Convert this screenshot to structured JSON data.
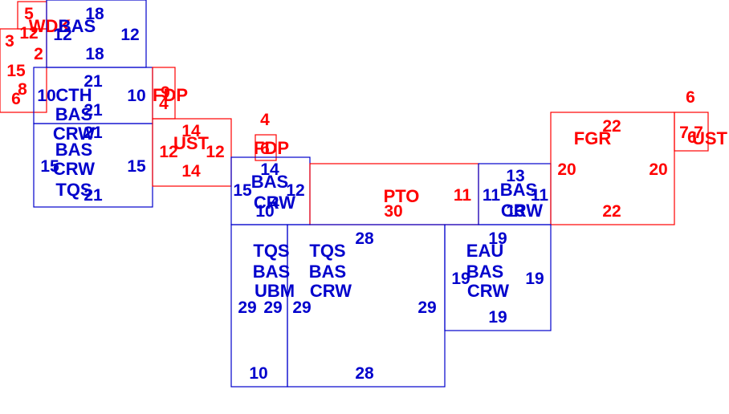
{
  "colors": {
    "red": "#ff0000",
    "blue": "#0000cc"
  },
  "rooms": [
    {
      "id": "r-ldk",
      "color": "red",
      "labels": [
        "WDK"
      ],
      "dims": [
        "5",
        "3",
        "2",
        "12"
      ]
    },
    {
      "id": "r-left-strip",
      "color": "red",
      "labels": [],
      "dims": [
        "15",
        "8",
        "6"
      ]
    },
    {
      "id": "r-bas-top",
      "color": "blue",
      "labels": [
        "BAS"
      ],
      "dims": [
        "18",
        "12",
        "12",
        "18"
      ]
    },
    {
      "id": "r-cth",
      "color": "blue",
      "labels": [
        "CTH",
        "BAS",
        "CRW"
      ],
      "dims": [
        "21",
        "10",
        "10",
        "21"
      ]
    },
    {
      "id": "r-fdp1",
      "color": "red",
      "labels": [
        "FDP"
      ],
      "dims": [
        "9",
        "4"
      ]
    },
    {
      "id": "r-tqs-left",
      "color": "blue",
      "labels": [
        "BAS",
        "CRW",
        "TQS"
      ],
      "dims": [
        "21",
        "15",
        "15",
        "21"
      ]
    },
    {
      "id": "r-ust1",
      "color": "red",
      "labels": [
        "UST"
      ],
      "dims": [
        "14",
        "12",
        "12",
        "14"
      ]
    },
    {
      "id": "r-fdp2",
      "color": "red",
      "labels": [
        "FDP"
      ],
      "dims": [
        "4",
        "6"
      ]
    },
    {
      "id": "r-bas-mid",
      "color": "blue",
      "labels": [
        "BAS",
        "CRW"
      ],
      "dims": [
        "14",
        "15",
        "12",
        "10",
        "4"
      ]
    },
    {
      "id": "r-pto",
      "color": "red",
      "labels": [
        "PTO"
      ],
      "dims": [
        "30",
        "11"
      ]
    },
    {
      "id": "r-bas-right",
      "color": "blue",
      "labels": [
        "BAS",
        "CRW"
      ],
      "dims": [
        "13",
        "11",
        "11",
        "13"
      ]
    },
    {
      "id": "r-fgr",
      "color": "red",
      "labels": [
        "FGR"
      ],
      "dims": [
        "22",
        "20",
        "20",
        "22"
      ]
    },
    {
      "id": "r-ust2",
      "color": "red",
      "labels": [
        "UST"
      ],
      "dims": [
        "6",
        "7",
        "7",
        "6"
      ]
    },
    {
      "id": "r-tqs-ubm",
      "color": "blue",
      "labels": [
        "TQS",
        "BAS",
        "UBM"
      ],
      "dims": [
        "29",
        "29",
        "10"
      ]
    },
    {
      "id": "r-tqs-crw",
      "color": "blue",
      "labels": [
        "TQS",
        "BAS",
        "CRW"
      ],
      "dims": [
        "28",
        "29",
        "29",
        "28"
      ]
    },
    {
      "id": "r-eau",
      "color": "blue",
      "labels": [
        "EAU",
        "BAS",
        "CRW"
      ],
      "dims": [
        "19",
        "19",
        "19",
        "19"
      ]
    }
  ]
}
